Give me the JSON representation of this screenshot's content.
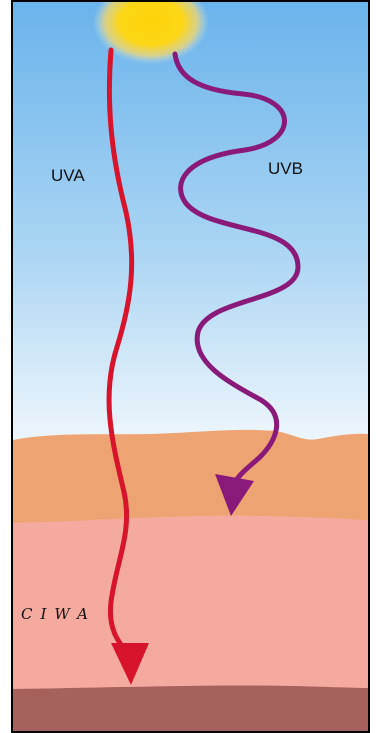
{
  "labels": {
    "uva": "UVA",
    "uvb": "UVB",
    "ciwa": "CIWA"
  },
  "colors": {
    "sky_top": "#6fb6ec",
    "sky_bottom": "#e6f2fb",
    "epidermis": "#eda472",
    "dermis": "#f5aaa0",
    "hypodermis": "#a6615c",
    "sun": "#fcd20e",
    "uva_arrow": "#d7142b",
    "uvb_arrow": "#8a1a7a"
  },
  "icons": {
    "sun": "sun-icon"
  }
}
